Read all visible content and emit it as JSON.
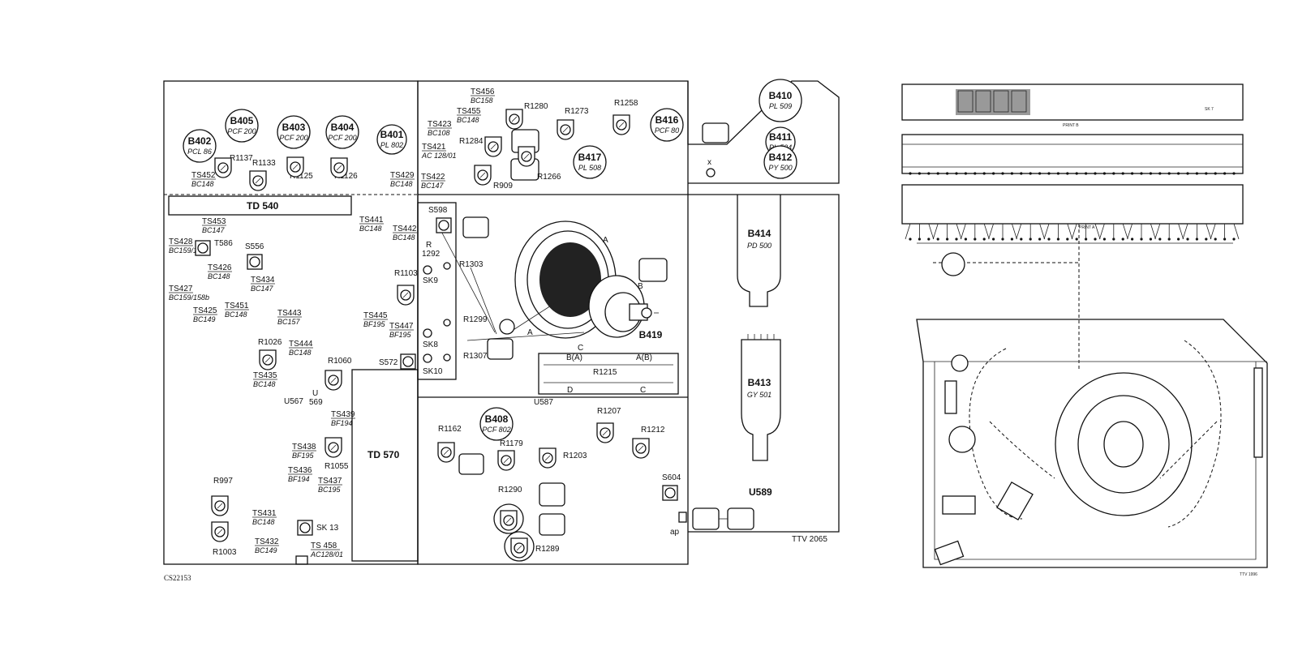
{
  "footer": {
    "drawing_id_left": "CS22153",
    "drawing_id_main": "TTV 2065",
    "drawing_id_right": "TTV 1996"
  },
  "tubes": [
    {
      "ref": "B402",
      "type": "PCL 86"
    },
    {
      "ref": "B405",
      "type": "PCF 200"
    },
    {
      "ref": "B403",
      "type": "PCF 200"
    },
    {
      "ref": "B404",
      "type": "PCF 200"
    },
    {
      "ref": "B401",
      "type": "PL 802"
    },
    {
      "ref": "B416",
      "type": "PCF 80"
    },
    {
      "ref": "B417",
      "type": "PL 508"
    },
    {
      "ref": "B410",
      "type": "PL 509"
    },
    {
      "ref": "B411",
      "type": "PL 504"
    },
    {
      "ref": "B412",
      "type": "PY 500"
    },
    {
      "ref": "B408",
      "type": "PCF 802"
    },
    {
      "ref": "B414",
      "type": "PD 500"
    },
    {
      "ref": "B413",
      "type": "GY 501"
    },
    {
      "ref": "B419",
      "type": ""
    }
  ],
  "transistors": [
    {
      "ref": "TS452",
      "type": "BC148"
    },
    {
      "ref": "TS429",
      "type": "BC148"
    },
    {
      "ref": "TS453",
      "type": "BC147"
    },
    {
      "ref": "TS428",
      "type": "BC159/158b"
    },
    {
      "ref": "TS427",
      "type": "BC159/158b"
    },
    {
      "ref": "TS426",
      "type": "BC148"
    },
    {
      "ref": "TS434",
      "type": "BC147"
    },
    {
      "ref": "TS425",
      "type": "BC149"
    },
    {
      "ref": "TS451",
      "type": "BC148"
    },
    {
      "ref": "TS443",
      "type": "BC157"
    },
    {
      "ref": "TS441",
      "type": "BC148"
    },
    {
      "ref": "TS442",
      "type": "BC148"
    },
    {
      "ref": "TS445",
      "type": "BF195"
    },
    {
      "ref": "TS447",
      "type": "BF195"
    },
    {
      "ref": "TS444",
      "type": "BC148"
    },
    {
      "ref": "TS435",
      "type": "BC148"
    },
    {
      "ref": "TS439",
      "type": "BF194"
    },
    {
      "ref": "TS438",
      "type": "BF195"
    },
    {
      "ref": "TS436",
      "type": "BF194"
    },
    {
      "ref": "TS437",
      "type": "BC195"
    },
    {
      "ref": "TS431",
      "type": "BC148"
    },
    {
      "ref": "TS432",
      "type": "BC149"
    },
    {
      "ref": "TS 458",
      "type": "AC128/01"
    },
    {
      "ref": "TS456",
      "type": "BC158"
    },
    {
      "ref": "TS423",
      "type": "BC108"
    },
    {
      "ref": "TS455",
      "type": "BC148"
    },
    {
      "ref": "TS421",
      "type": "AC 128/01"
    },
    {
      "ref": "TS422",
      "type": "BC147"
    }
  ],
  "labels": {
    "td540": "TD 540",
    "td570": "TD 570",
    "u589": "U589",
    "u587": "U587",
    "u567": "U567",
    "u569a": "U",
    "u569b": "569",
    "r1215": "R1215",
    "b_a": "B(A)",
    "a_b": "A(B)",
    "d": "D",
    "c": "C",
    "a1": "A",
    "a2": "A",
    "b": "B",
    "c2": "C",
    "x4": "4x",
    "x": "x",
    "ap": "ap",
    "r": "R",
    "r1292": "1292",
    "print_b": "PRINT B",
    "print_a": "PRINT A",
    "sk7": "SK 7"
  },
  "resistors": [
    "R1137",
    "R1133",
    "R1125",
    "R1126",
    "R1280",
    "R1273",
    "R1258",
    "R1284",
    "R1266",
    "R909",
    "R1103",
    "R1303",
    "R1299",
    "R1307",
    "R1026",
    "R1060",
    "R1055",
    "R997",
    "R1003",
    "R1162",
    "R1179",
    "R1203",
    "R1207",
    "R1212",
    "R1290",
    "R1289"
  ],
  "sockets": [
    "T586",
    "S556",
    "S598",
    "SK9",
    "SK8",
    "SK10",
    "S572",
    "SK 13",
    "S604"
  ]
}
